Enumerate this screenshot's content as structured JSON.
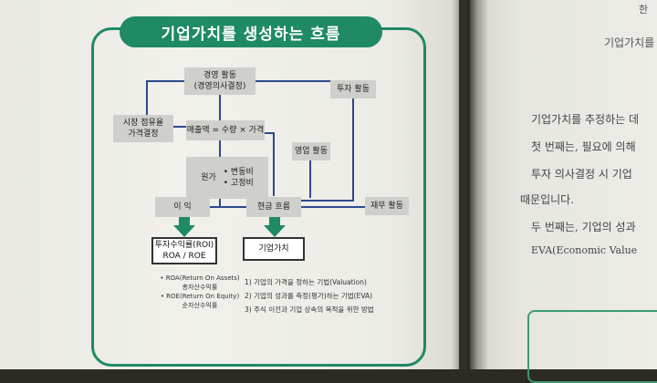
{
  "title": "기업가치를 생성하는 흐름",
  "diagram": {
    "management": [
      "경영 활동",
      "(경영의사결정)"
    ],
    "investment": "투자 활동",
    "market_share": [
      "시장 점유율",
      "가격결정"
    ],
    "sales": "매출액 = 수량 × 가격",
    "operating": "영업 활동",
    "cost_label": "원가",
    "cost_items": [
      "• 변동비",
      "• 고정비"
    ],
    "profit": "이 익",
    "cash_flow": "현금 흐름",
    "financing": "재무 활동",
    "roi_box": [
      "투자수익률(ROI)",
      "ROA / ROE"
    ],
    "value_box": "기업가치"
  },
  "notes_left": [
    "• ROA(Return On Assets)",
    "총자산수익률",
    "• ROE(Return On Equity)",
    "순자산수익률"
  ],
  "notes_right": [
    "1) 기업의 가격을 정하는 기법(Valuation)",
    "2) 기업의 성과를 측정(평가)하는 기법(EVA)",
    "3) 주식 이전과 기업 상속의 목적을 위한 방법"
  ],
  "right_page": {
    "header_small": "한 ",
    "header": "기업가치를 ",
    "lines": [
      "기업가치를 추정하는 데",
      "첫 번째는, 필요에 의해",
      "투자 의사결정 시 기업",
      "때문입니다.",
      "두 번째는, 기업의 성과",
      "EVA(Economic Value"
    ]
  },
  "colors": {
    "accent": "#1f8a63",
    "line": "#2c4a8f",
    "arrow": "#1f8a63",
    "box": "#cfcfcc"
  }
}
